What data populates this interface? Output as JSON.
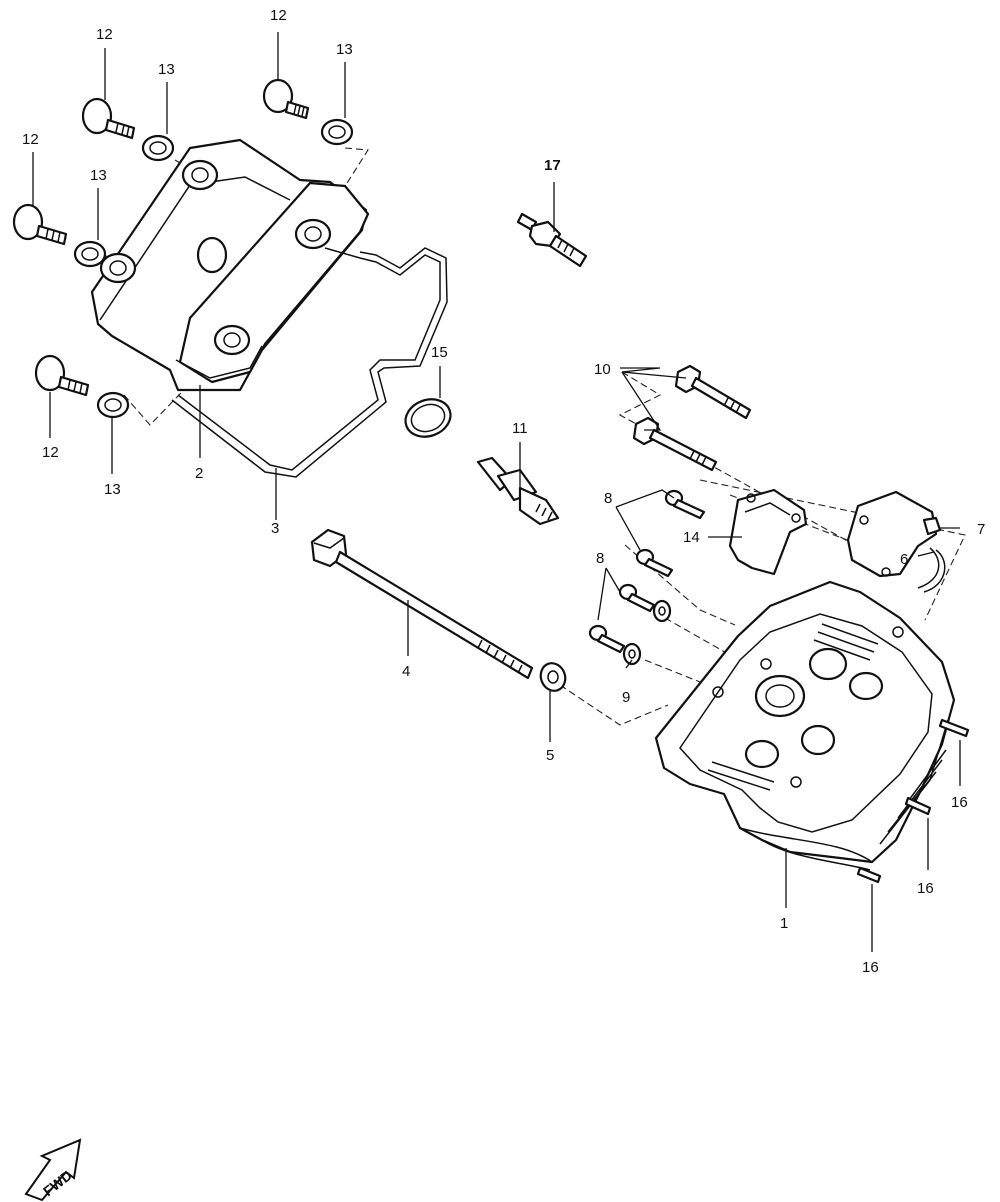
{
  "callouts": {
    "c1": "1",
    "c2": "2",
    "c3": "3",
    "c4": "4",
    "c5": "5",
    "c6": "6",
    "c7": "7",
    "c8a": "8",
    "c8b": "8",
    "c9": "9",
    "c10": "10",
    "c11": "11",
    "c12a": "12",
    "c12b": "12",
    "c12c": "12",
    "c12d": "12",
    "c13a": "13",
    "c13b": "13",
    "c13c": "13",
    "c13d": "13",
    "c14": "14",
    "c15": "15",
    "c16a": "16",
    "c16b": "16",
    "c16c": "16",
    "c17": "17"
  },
  "fwd_label": "FWD"
}
